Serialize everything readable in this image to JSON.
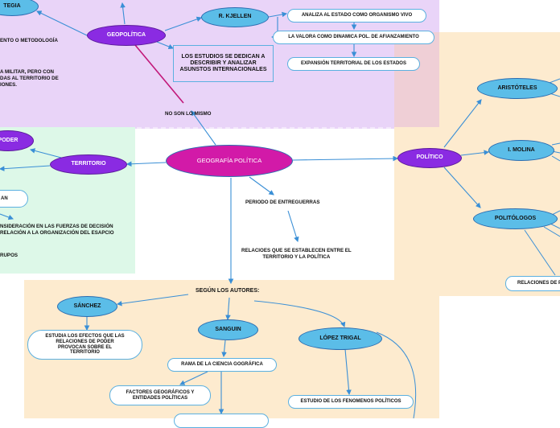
{
  "colors": {
    "purple_region": "#e9d4f8",
    "green_region": "#ddf8e8",
    "peach_region": "#fdebcf",
    "pink_overlap": "#efcfd6",
    "line_blue": "#3a8fd6",
    "line_magenta": "#c2187a"
  },
  "nodes": {
    "estrategia": "TEGIA",
    "geopolitica": "GEOPOLÍTICA",
    "kjellen": "R. KJELLEN",
    "analiza": "ANALIZA AL ESTADO COMO ORGANISMO VIVO",
    "valora": "LA VALORA COMO DINAMICA POL. DE AFIANZAMIENTO",
    "expansion": "EXPANSIÓN TERRITORIAL DE LOS ESTADOS",
    "estudios": "LOS ESTUDIOS SE DEDICAN A DESCRIBIR Y ANALIZAR ASUNSTOS INTERNACIONALES",
    "metodologia": "ENTO O METODOLOGÍA",
    "militar": "A MILITAR, PERO CON\nDAS AL TERRITORIO DE\nIONES.",
    "no_son": "NO SON LO MISMO",
    "poder": "PODER",
    "territorio": "TERRITORIO",
    "an": "AN",
    "consideracion": "NSIDERACIÓN EN LAS FUERZAS DE DECISIÓN\nRELACIÓN A LA ORGANIZACIÓN DEL ESAPCIO",
    "rupos": "RUPOS",
    "center": "GEOGRAFÍA POLÍTICA",
    "periodo": "PERIODO DE ENTREGUERRAS",
    "relaciones": "RELACIOES QUE SE ESTABLECEN ENTRE EL\nTERRITORIO Y LA POLÍTICA",
    "politico": "POLÍTICO",
    "aristoteles": "ARISTÓTELES",
    "molina": "I. MOLINA",
    "politologos": "POLITÓLOGOS",
    "relaciones_de": "RELACIONES DE P",
    "segun": "SEGÚN LOS AUTORES:",
    "sanchez": "SÁNCHEZ",
    "estudia": "ESTUDIA LOS EFECTOS QUE LAS RELACIONES DE PODER PROVOCAN SOBRE EL TERRITORIO",
    "sanguin": "SANGUIN",
    "rama": "RAMA DE LA CIENCIA GOGRÁFICA",
    "factores": "FACTORES GEOGRÁFICOS Y\nENTIDADES POLÍTICAS",
    "lopez": "LÓPEZ TRIGAL",
    "estudio_fen": "ESTUDIO DE LOS FENOMENOS POLÍTICOS"
  }
}
